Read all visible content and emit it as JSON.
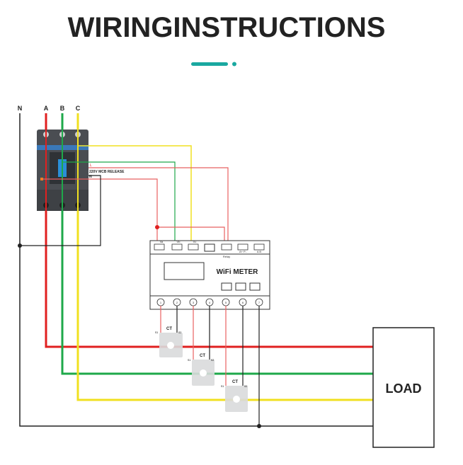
{
  "title": "WIRINGINSTRUCTIONS",
  "colors": {
    "accent": "#1aa8a0",
    "phase_a": "#e02020",
    "phase_b": "#1ea84a",
    "phase_c": "#f0e020",
    "neutral": "#222222",
    "signal": "#e86060"
  },
  "phases": {
    "n": "N",
    "a": "A",
    "b": "B",
    "c": "C"
  },
  "breaker": {
    "l_label": "L",
    "release_label": "220V   MCB RELEASE",
    "n_label": "N"
  },
  "meter": {
    "name": "WiFi METER",
    "top_terminals": [
      "Va",
      "Vb",
      "Vc"
    ],
    "relay_label": "Relay",
    "rs485_label": "A+  P-",
    "ab_label": "A  B",
    "bottom_terminals": [
      "1",
      "2",
      "3",
      "4",
      "5",
      "6",
      "7"
    ]
  },
  "ct": {
    "label": "CT",
    "s1": "S1",
    "s2": "S2"
  },
  "load": "LOAD"
}
